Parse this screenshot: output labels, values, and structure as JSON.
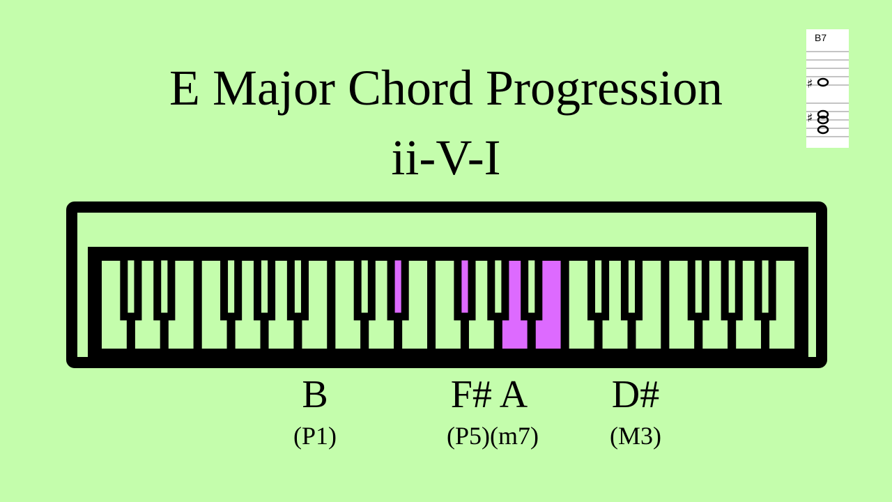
{
  "title": "E Major Chord Progression",
  "subtitle": "ii-V-I",
  "chord": {
    "name": "B7",
    "notes": [
      {
        "note": "B",
        "interval": "(P1)",
        "highlight": true
      },
      {
        "note": "F#",
        "interval": "(P5)",
        "highlight": true
      },
      {
        "note": "A",
        "interval": "(m7)",
        "highlight": true
      },
      {
        "note": "D#",
        "interval": "(M3)",
        "highlight": true
      }
    ]
  },
  "labels": {
    "b": {
      "name": "B",
      "interval": "(P1)"
    },
    "fsharp_a": {
      "name": "F# A",
      "interval": "(P5)(m7)"
    },
    "dsharp": {
      "name": "D#",
      "interval": "(M3)"
    }
  },
  "keyboard": {
    "white_keys": 21,
    "start_note": "C",
    "highlighted_keys": [
      "B",
      "F#",
      "A",
      "D#"
    ],
    "highlight_color": "#dd6aff",
    "key_color": "#c4fdac",
    "outline_color": "#000000"
  },
  "score": {
    "label": "B7",
    "accidentals": "sharp"
  }
}
